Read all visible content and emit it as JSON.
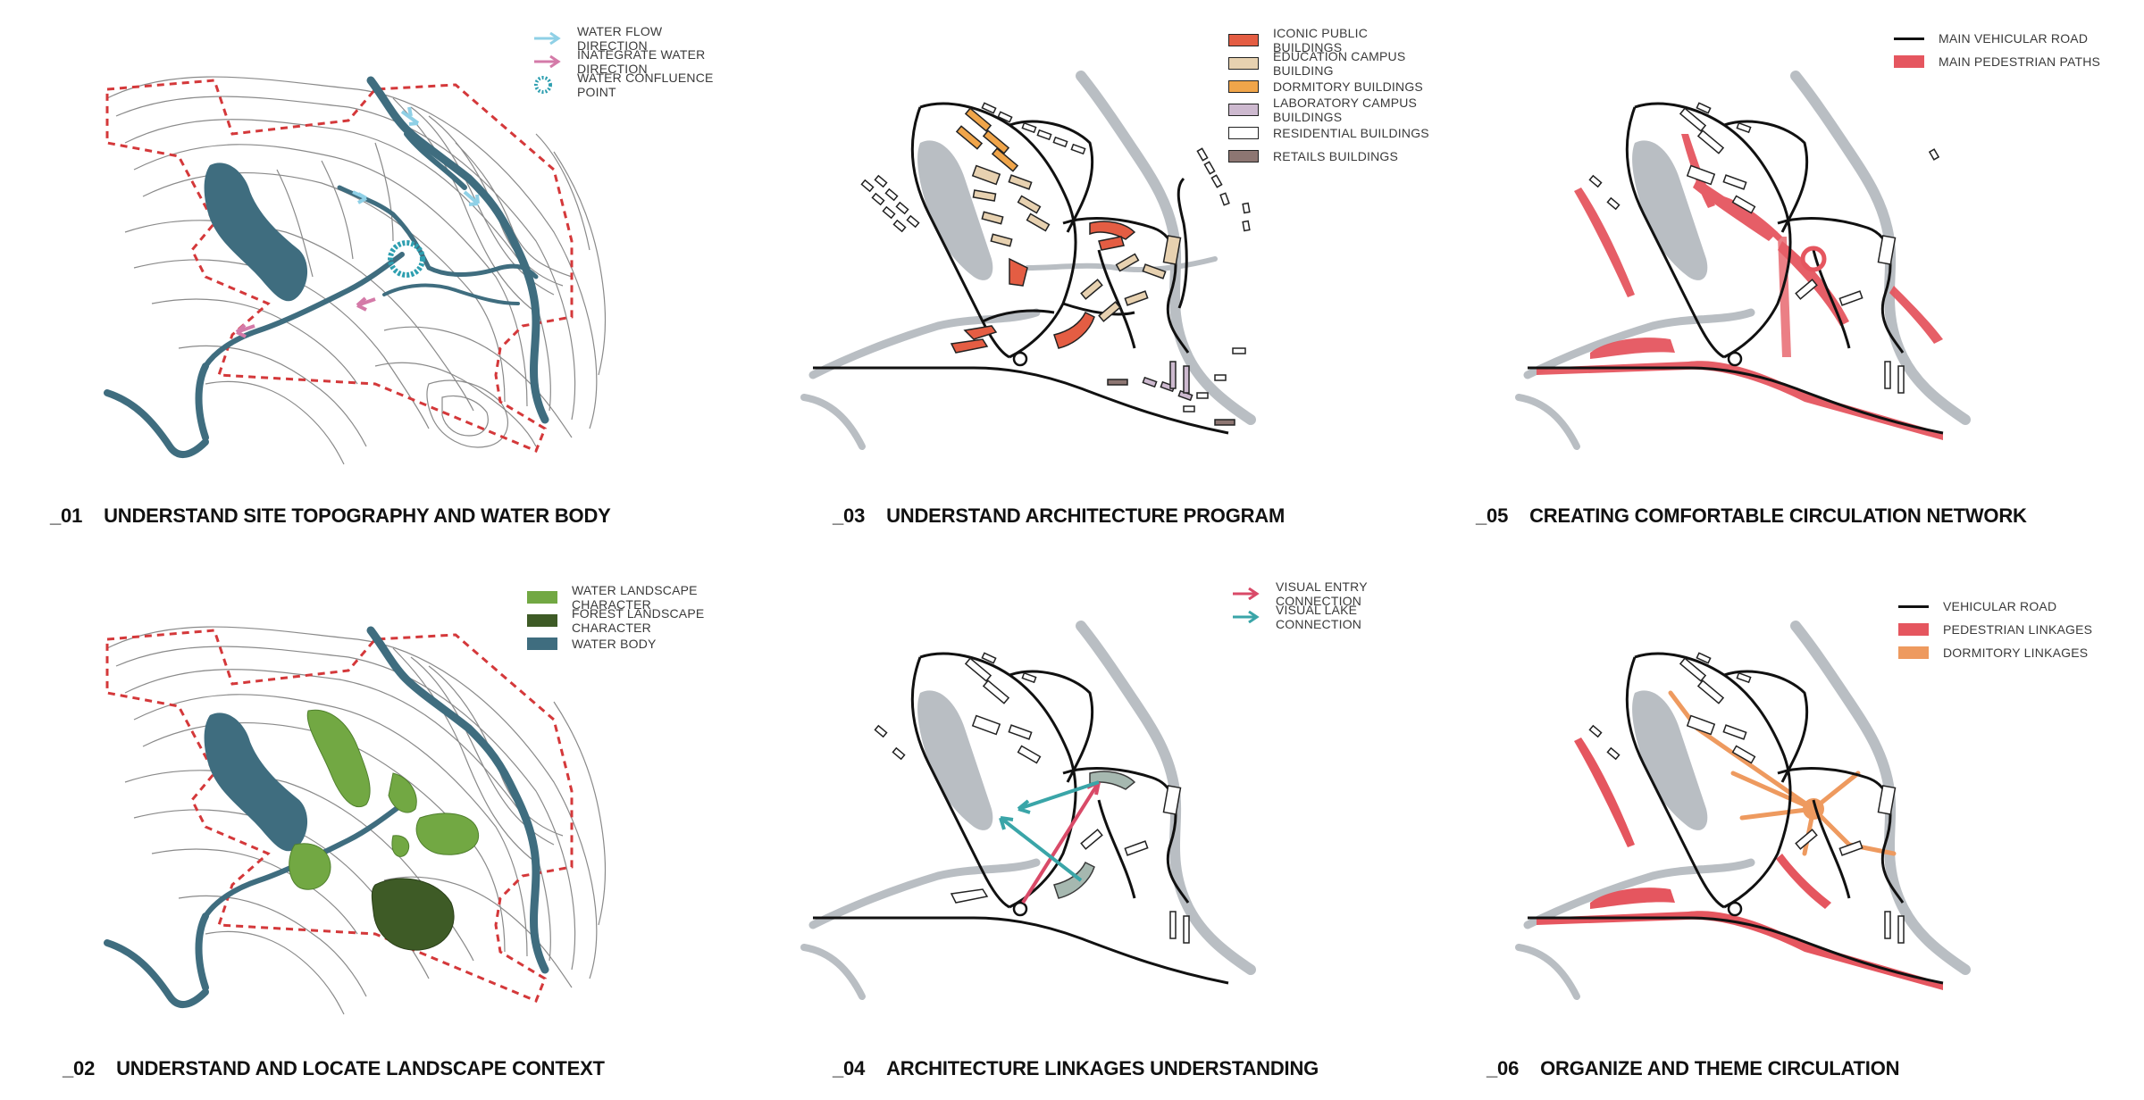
{
  "colors": {
    "water": "#3f6d7f",
    "grey_water": "#b9bec3",
    "boundary": "#d4383a",
    "flow_arrow": "#8fd0e6",
    "integrate_arrow": "#d47aa8",
    "confluence": "#2e9fb0",
    "iconic": "#e45d43",
    "education": "#e7d1b0",
    "dormitory": "#f0a54a",
    "laboratory": "#cdb9cf",
    "residential": "#ffffff",
    "retail": "#8d7672",
    "water_landscape": "#72a843",
    "forest_landscape": "#3e5b26",
    "pedestrian": "#e5565f",
    "dormitory_link": "#ee9a5f",
    "visual_entry": "#d94a68",
    "visual_lake": "#3aa5a8"
  },
  "panels": [
    {
      "id": "01",
      "caption_num": "_01",
      "caption_text": "UNDERSTAND SITE TOPOGRAPHY AND WATER BODY",
      "legend": [
        {
          "label": "WATER FLOW DIRECTION",
          "icon": "light-blue-arrow-icon"
        },
        {
          "label": "INATEGRATE WATER DIRECTION",
          "icon": "pink-arrow-icon"
        },
        {
          "label": "WATER CONFLUENCE POINT",
          "icon": "confluence-ring-icon"
        }
      ]
    },
    {
      "id": "02",
      "caption_num": "_02",
      "caption_text": "UNDERSTAND AND LOCATE LANDSCAPE CONTEXT",
      "legend": [
        {
          "label": "WATER LANDSCAPE CHARACTER",
          "icon": "light-green-swatch"
        },
        {
          "label": "FOREST LANDSCAPE CHARACTER",
          "icon": "dark-green-swatch"
        },
        {
          "label": "WATER BODY",
          "icon": "blue-swatch"
        }
      ]
    },
    {
      "id": "03",
      "caption_num": "_03",
      "caption_text": "UNDERSTAND ARCHITECTURE PROGRAM",
      "legend": [
        {
          "label": "ICONIC PUBLIC BUILDINGS",
          "icon": "orange-red-swatch"
        },
        {
          "label": "EDUCATION CAMPUS BUILDING",
          "icon": "beige-swatch"
        },
        {
          "label": "DORMITORY BUILDINGS",
          "icon": "orange-swatch"
        },
        {
          "label": "LABORATORY CAMPUS BUILDINGS",
          "icon": "lilac-swatch"
        },
        {
          "label": "RESIDENTIAL BUILDINGS",
          "icon": "white-swatch"
        },
        {
          "label": "RETAILS BUILDINGS",
          "icon": "brown-swatch"
        }
      ]
    },
    {
      "id": "04",
      "caption_num": "_04",
      "caption_text": "ARCHITECTURE LINKAGES UNDERSTANDING",
      "legend": [
        {
          "label": "VISUAL ENTRY CONNECTION",
          "icon": "red-arrow-icon"
        },
        {
          "label": "VISUAL LAKE CONNECTION",
          "icon": "teal-arrow-icon"
        }
      ]
    },
    {
      "id": "05",
      "caption_num": "_05",
      "caption_text": "CREATING COMFORTABLE CIRCULATION NETWORK",
      "legend": [
        {
          "label": "MAIN VEHICULAR ROAD",
          "icon": "black-line-icon"
        },
        {
          "label": "MAIN PEDESTRIAN PATHS",
          "icon": "red-swatch"
        }
      ]
    },
    {
      "id": "06",
      "caption_num": "_06",
      "caption_text": "ORGANIZE AND THEME CIRCULATION",
      "legend": [
        {
          "label": "VEHICULAR ROAD",
          "icon": "black-line-icon"
        },
        {
          "label": "PEDESTRIAN LINKAGES",
          "icon": "red-swatch"
        },
        {
          "label": "DORMITORY LINKAGES",
          "icon": "orange-swatch"
        }
      ]
    }
  ]
}
